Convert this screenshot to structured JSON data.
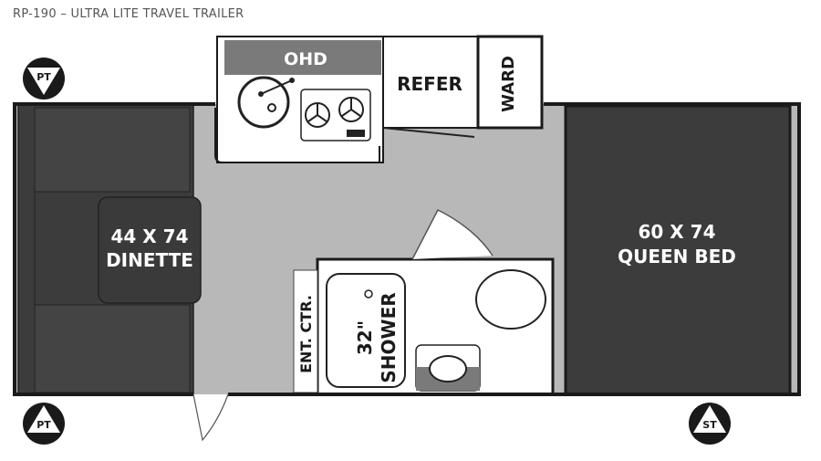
{
  "header": {
    "model_title": "RP-190 – ULTRA LITE TRAVEL TRAILER"
  },
  "rooms": {
    "ohd": "OHD",
    "refer": "REFER",
    "ward": "WARD",
    "dinette_size": "44 X 74",
    "dinette_name": "DINETTE",
    "bed_size": "60 X 74",
    "bed_name": "QUEEN BED",
    "shower_size": "32\"",
    "shower_name": "SHOWER",
    "ent_ctr": "ENT. CTR."
  },
  "markers": {
    "pt_top_left": "PT",
    "pt_bottom_left": "PT",
    "st_bottom_right": "ST"
  },
  "colors": {
    "dark_furniture": "#3c3c3c",
    "floor": "#b8b8b8",
    "wall": "#1a1a1a",
    "cabinet": "#7a7a7a"
  }
}
